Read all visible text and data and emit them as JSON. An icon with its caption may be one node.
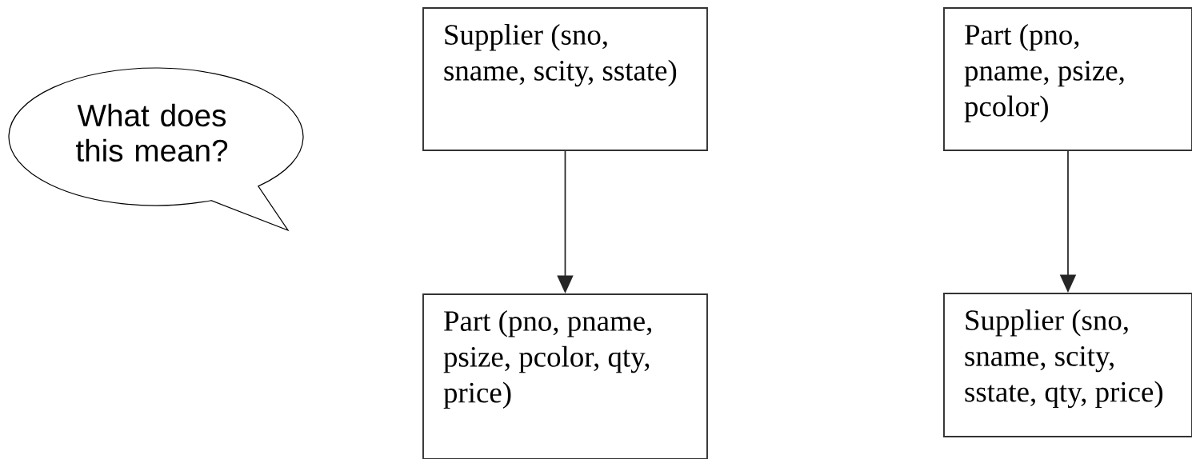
{
  "diagram": {
    "nodes": [
      {
        "text": [
          "What does this mean?"
        ]
      },
      {
        "text": [
          "Supplier (sno, sname, scity, sstate)"
        ]
      },
      {
        "text": [
          "Part (pno, pname, psize, pcolor, qty, price)"
        ]
      },
      {
        "text": [
          "Part (pno, pname, psize, pcolor)"
        ]
      },
      {
        "text": [
          "Supplier (sno, sname, scity, sstate, qty, price)"
        ]
      }
    ],
    "edges": [
      {
        "from": 1,
        "to": 2,
        "arrow": "to"
      },
      {
        "from": 3,
        "to": 4,
        "arrow": "to"
      }
    ]
  }
}
